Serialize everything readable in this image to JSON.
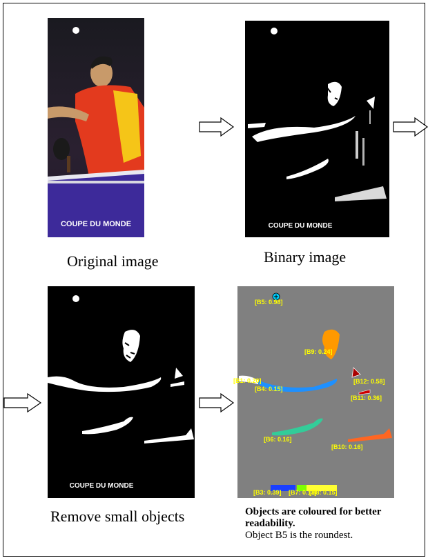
{
  "captions": {
    "original": "Original image",
    "binary": "Binary image",
    "remove": "Remove small objects"
  },
  "panels": {
    "original_banner": "COUPE DU MONDE",
    "binary_banner": "COUPE DU MONDE",
    "filtered_banner": "COUPE DU MONDE"
  },
  "objects": [
    {
      "id": "B5",
      "label": "[B5: 0.98]",
      "color": "#00d0ff"
    },
    {
      "id": "B9",
      "label": "[B9: 0.24]",
      "color": "#ff9900"
    },
    {
      "id": "B12",
      "label": "[B12: 0.58]",
      "color": "#aa0000"
    },
    {
      "id": "B4",
      "label": "[B4: 0.15]",
      "color": "#1e90ff"
    },
    {
      "id": "B11",
      "label": "[B11: 0.36]",
      "color": "#cc0000"
    },
    {
      "id": "B6",
      "label": "[B6: 0.16]",
      "color": "#33cc99"
    },
    {
      "id": "B10",
      "label": "[B10: 0.16]",
      "color": "#ff6622"
    },
    {
      "id": "B3",
      "label": "[B3: 0.39]",
      "color": "#1a3fff"
    },
    {
      "id": "B7",
      "label": "[B7: 0.13]",
      "color": "#7fff00"
    },
    {
      "id": "B8",
      "label": "[B8: 0.15]",
      "color": "#ffff33"
    },
    {
      "id": "B1",
      "label": "[B1: 0.20]",
      "color": "#ffffff"
    }
  ],
  "note": {
    "bold": "Objects are coloured for better readability.",
    "plain": "Object B5 is the roundest."
  },
  "colors": {
    "label": "#ffff00",
    "gray_panel": "#808080"
  }
}
